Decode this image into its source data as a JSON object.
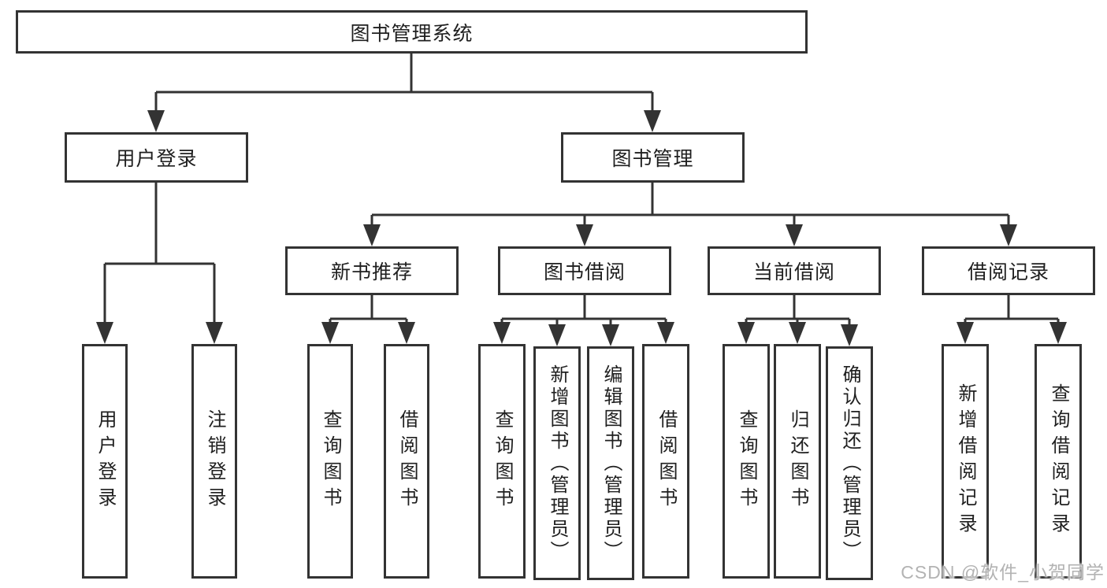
{
  "colors": {
    "line": "#333333",
    "box_border": "#333333",
    "box_background": "#ffffff",
    "text": "#1f1f1f",
    "watermark_text": "#b3b3b3"
  },
  "watermark": {
    "text": "CSDN @软件_小贺同学"
  },
  "tree": {
    "root": {
      "label": "图书管理系统"
    },
    "branches": [
      {
        "label": "用户登录",
        "children": [
          {
            "label": "用户登录"
          },
          {
            "label": "注销登录"
          }
        ]
      },
      {
        "label": "图书管理",
        "children": [
          {
            "label": "新书推荐",
            "children": [
              {
                "label": "查询图书"
              },
              {
                "label": "借阅图书"
              }
            ]
          },
          {
            "label": "图书借阅",
            "children": [
              {
                "label": "查询图书"
              },
              {
                "label": "新增图书（管理员）"
              },
              {
                "label": "编辑图书（管理员）"
              },
              {
                "label": "借阅图书"
              }
            ]
          },
          {
            "label": "当前借阅",
            "children": [
              {
                "label": "查询图书"
              },
              {
                "label": "归还图书"
              },
              {
                "label": "确认归还（管理员）"
              }
            ]
          },
          {
            "label": "借阅记录",
            "children": [
              {
                "label": "新增借阅记录"
              },
              {
                "label": "查询借阅记录"
              }
            ]
          }
        ]
      }
    ]
  }
}
